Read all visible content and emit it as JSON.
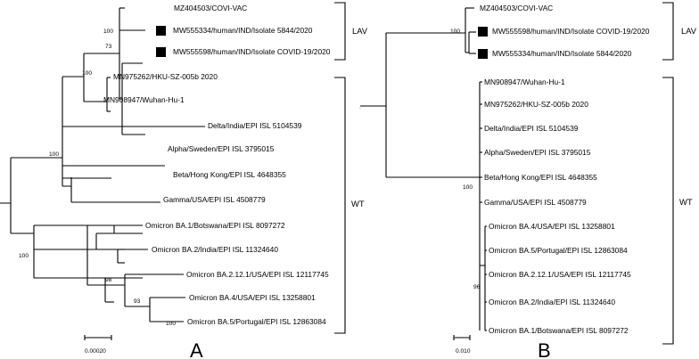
{
  "tree_a": {
    "panel_label": "A",
    "scale_bar_label": "0.00020",
    "leaves": [
      "MZ404503/COVI-VAC",
      "MW555334/human/IND/Isolate 5844/2020",
      "MW555598/human/IND/Isolate COVID-19/2020",
      "MN975262/HKU-SZ-005b 2020",
      "MN908947/Wuhan-Hu-1",
      "Delta/India/EPI ISL 5104539",
      "Alpha/Sweden/EPI ISL 3795015",
      "Beta/Hong Kong/EPI ISL 4648355",
      "Gamma/USA/EPI ISL 4508779",
      "Omicron BA.1/Botswana/EPI ISL 8097272",
      "Omicron BA.2/India/EPI ISL 11324640",
      "Omicron BA.2.12.1/USA/EPI ISL 12117745",
      "Omicron BA.4/USA/EPI ISL 13258801",
      "Omicron BA.5/Portugal/EPI ISL 12863084"
    ],
    "bootstraps": [
      "100",
      "73",
      "100",
      "100",
      "100",
      "98",
      "93",
      "100"
    ],
    "clades": [
      "LAV",
      "WT"
    ]
  },
  "tree_b": {
    "panel_label": "B",
    "scale_bar_label": "0.010",
    "leaves": [
      "MZ404503/COVI-VAC",
      "MW555598/human/IND/Isolate COVID-19/2020",
      "MW555334/human/IND/Isolate 5844/2020",
      "MN908947/Wuhan-Hu-1",
      "MN975262/HKU-SZ-005b 2020",
      "Delta/India/EPI ISL 5104539",
      "Alpha/Sweden/EPI ISL 3795015",
      "Beta/Hong Kong/EPI ISL 4648355",
      "Gamma/USA/EPI ISL 4508779",
      "Omicron BA.4/USA/EPI ISL 13258801",
      "Omicron BA.5/Portugal/EPI ISL 12863084",
      "Omicron BA.2.12.1/USA/EPI ISL 12117745",
      "Omicron BA.2/India/EPI ISL 11324640",
      "Omicron BA.1/Botswana/EPI ISL 8097272"
    ],
    "bootstraps": [
      "100",
      "100",
      "96"
    ],
    "clades": [
      "LAV",
      "WT"
    ]
  },
  "colors": {
    "line": "#000000",
    "marker": "#000000",
    "background": "#ffffff"
  }
}
